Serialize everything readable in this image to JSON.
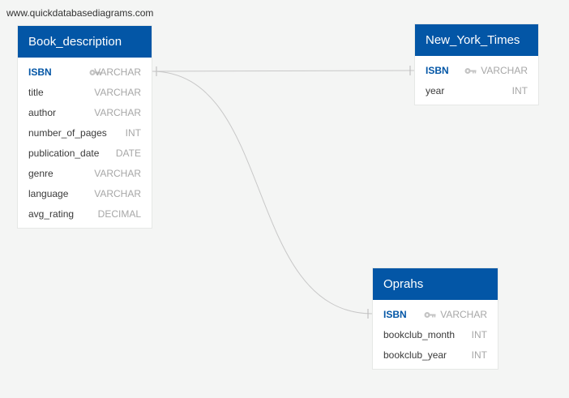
{
  "watermark": "www.quickdatabasediagrams.com",
  "tables": {
    "book_description": {
      "name": "Book_description",
      "columns": [
        {
          "name": "ISBN",
          "type": "VARCHAR",
          "pk": true
        },
        {
          "name": "title",
          "type": "VARCHAR"
        },
        {
          "name": "author",
          "type": "VARCHAR"
        },
        {
          "name": "number_of_pages",
          "type": "INT"
        },
        {
          "name": "publication_date",
          "type": "DATE"
        },
        {
          "name": "genre",
          "type": "VARCHAR"
        },
        {
          "name": "language",
          "type": "VARCHAR"
        },
        {
          "name": "avg_rating",
          "type": "DECIMAL"
        }
      ]
    },
    "new_york_times": {
      "name": "New_York_Times",
      "columns": [
        {
          "name": "ISBN",
          "type": "VARCHAR",
          "pk": true
        },
        {
          "name": "year",
          "type": "INT"
        }
      ]
    },
    "oprahs": {
      "name": "Oprahs",
      "columns": [
        {
          "name": "ISBN",
          "type": "VARCHAR",
          "pk": true
        },
        {
          "name": "bookclub_month",
          "type": "INT"
        },
        {
          "name": "bookclub_year",
          "type": "INT"
        }
      ]
    }
  },
  "colors": {
    "header": "#0356a6",
    "pk_text": "#0356a6",
    "type_text": "#a7a7a7",
    "connector": "#c8c8c8",
    "background": "#f4f5f4"
  },
  "icons": {
    "primary_key": "key-icon"
  }
}
